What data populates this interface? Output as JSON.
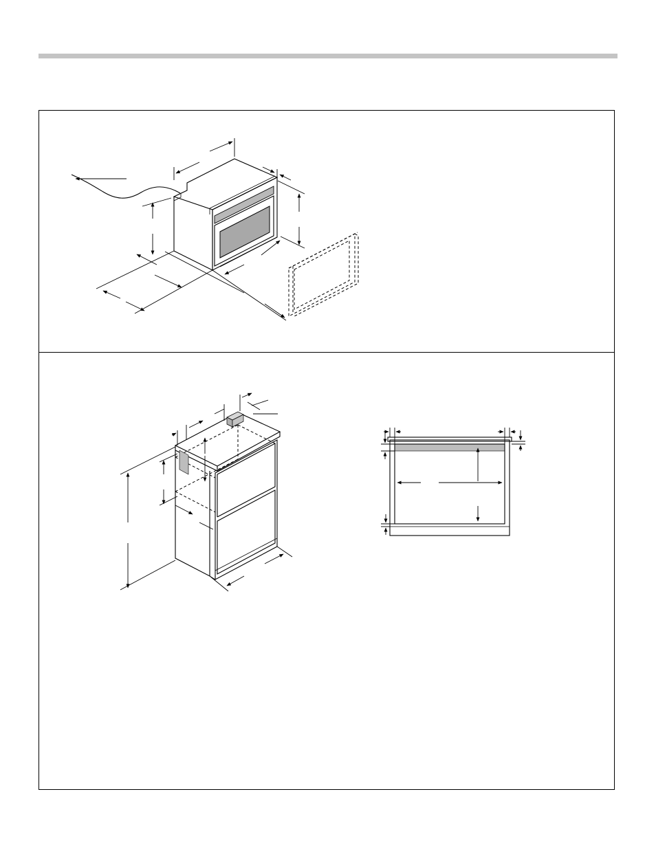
{
  "page": {
    "background": "#ffffff",
    "header_rule_color": "#c4c4c4",
    "line_color": "#000000"
  },
  "figures": [
    {
      "id": "oven-isometric",
      "label": ""
    },
    {
      "id": "cabinet-cutout",
      "label": ""
    },
    {
      "id": "front-view-cutout",
      "label": ""
    }
  ],
  "colors": {
    "oven_window": "#a8a8a8",
    "oven_control_panel": "#b8b8b8",
    "shaded_area": "#bdbdbd",
    "junction_box": "#c0c0c0"
  }
}
